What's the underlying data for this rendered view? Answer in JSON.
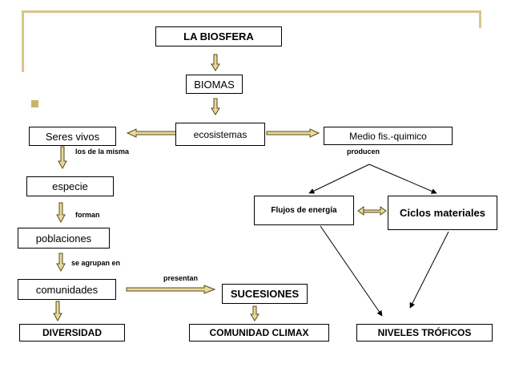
{
  "title": "LA BIOSFERA",
  "nodes": {
    "biomas": "BIOMAS",
    "ecosistemas": "ecosistemas",
    "seres_vivos": "Seres vivos",
    "medio": "Medio fis.-quimico",
    "especie": "especie",
    "poblaciones": "poblaciones",
    "comunidades": "comunidades",
    "diversidad": "DIVERSIDAD",
    "sucesiones": "SUCESIONES",
    "comunidad_climax": "COMUNIDAD CLIMAX",
    "flujos": "Flujos de energía",
    "ciclos": "Ciclos materiales",
    "niveles": "NIVELES TRÓFICOS"
  },
  "connectors": {
    "los_de_la_misma": "los de la misma",
    "producen": "producen",
    "forman": "forman",
    "se_agrupan_en": "se agrupan en",
    "presentan": "presentan"
  },
  "colors": {
    "arrow_fill": "#e8d89a",
    "arrow_stroke": "#5a4a1a",
    "frame": "#d9c58a",
    "bullet": "#c9b46b"
  }
}
